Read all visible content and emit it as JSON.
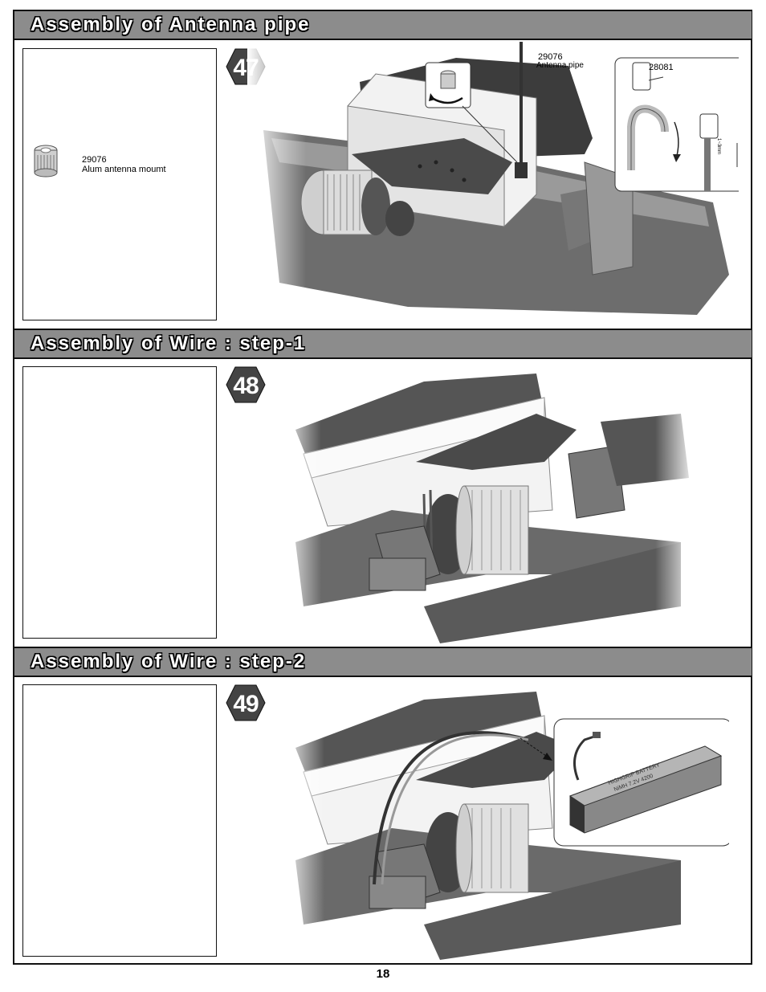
{
  "page": {
    "number": "18"
  },
  "sections": [
    {
      "title": "Assembly of Antenna pipe",
      "step": "47",
      "parts": [
        {
          "code": "29076",
          "name": "Alum antenna moumt"
        }
      ],
      "callouts": {
        "pipe_code": "29076",
        "pipe_name": "Antenna pipe",
        "cap_code": "28081",
        "gap": "1~3mm"
      }
    },
    {
      "title": "Assembly of Wire : step-1",
      "step": "48",
      "parts": []
    },
    {
      "title": "Assembly of Wire : step-2",
      "step": "49",
      "parts": [],
      "battery_label": [
        "HIGHGRIP BATTERY",
        "NiMH 7.2V 4200"
      ]
    }
  ],
  "colors": {
    "header_bg": "#8c8c8c",
    "badge": "#444444",
    "frame": "#111111"
  }
}
